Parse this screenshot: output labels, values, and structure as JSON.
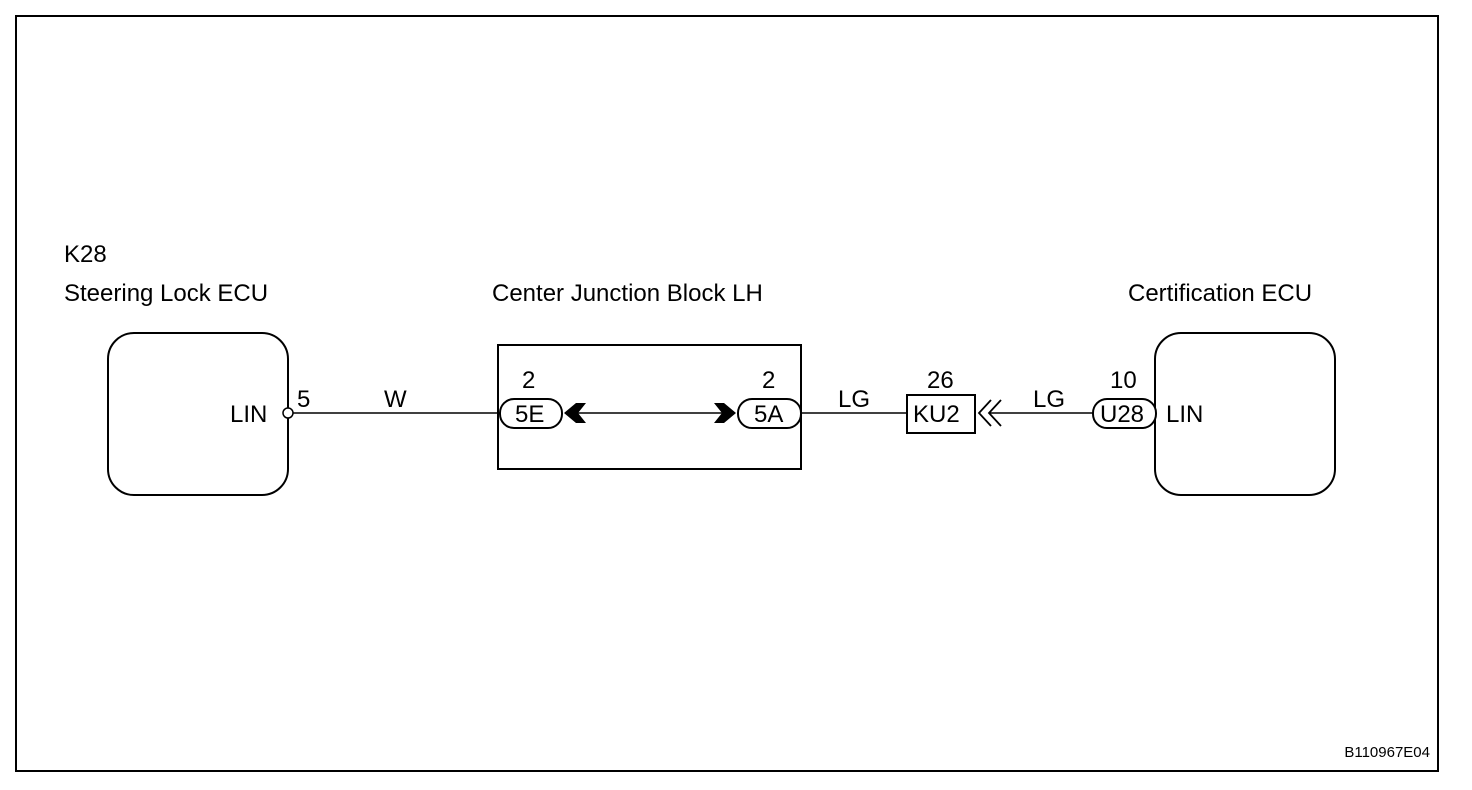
{
  "components": {
    "steering_lock_ecu": {
      "code": "K28",
      "name": "Steering Lock ECU",
      "pin_label": "LIN",
      "pin_number": "5"
    },
    "center_junction_block": {
      "name": "Center Junction Block LH"
    },
    "certification_ecu": {
      "name": "Certification ECU",
      "pin_label": "LIN"
    }
  },
  "connectors": {
    "c5e": {
      "id": "5E",
      "pin": "2"
    },
    "c5a": {
      "id": "5A",
      "pin": "2"
    },
    "ku2": {
      "id": "KU2",
      "pin": "26"
    },
    "u28": {
      "id": "U28",
      "pin": "10"
    }
  },
  "wires": {
    "w1": {
      "color": "W"
    },
    "w2": {
      "color": "LG"
    },
    "w3": {
      "color": "LG"
    }
  },
  "figure_code": "B110967E04"
}
